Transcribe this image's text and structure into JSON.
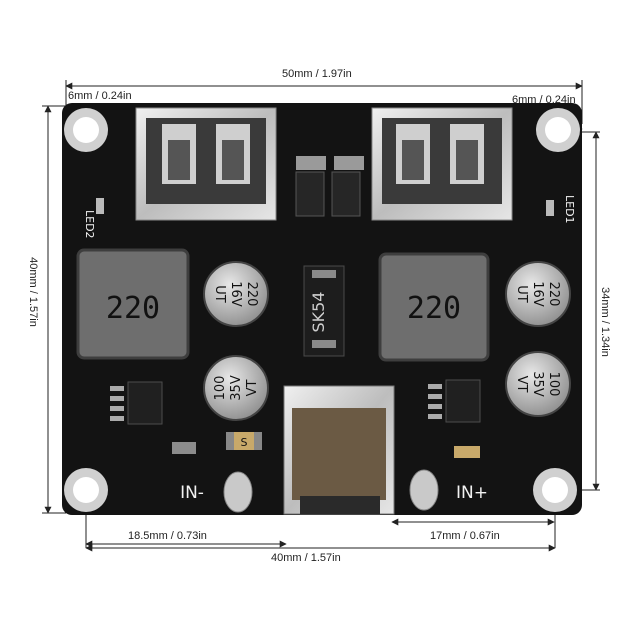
{
  "dimensions": {
    "top_width": "50mm / 1.97in",
    "top_left_offset": "6mm / 0.24in",
    "top_right_offset": "6mm / 0.24in",
    "left_height": "40mm / 1.57in",
    "right_height": "34mm / 1.34in",
    "bottom_left_offset": "18.5mm / 0.73in",
    "bottom_right_offset": "17mm / 0.67in",
    "bottom_width": "40mm / 1.57in"
  },
  "board": {
    "inductor_left": "220",
    "inductor_right": "220",
    "cap_top_left": [
      "220",
      "16V",
      "UT"
    ],
    "cap_top_right": [
      "220",
      "16V",
      "UT"
    ],
    "cap_bottom_left": [
      "100",
      "35V",
      "VT"
    ],
    "cap_bottom_right": [
      "100",
      "35V",
      "VT"
    ],
    "diode": "SK54",
    "led_left_label": "LED2",
    "led_right_label": "LED1",
    "smd_marking": "S",
    "in_minus": "IN-",
    "in_plus": "IN+"
  },
  "colors": {
    "pcb": "#111111",
    "silkscreen": "#f2f2f2",
    "inductor": "#6e6e6e",
    "capacitor": "#b8b8b8",
    "usb_metal": "#d7d7d7",
    "pad": "#c9c9c9"
  }
}
